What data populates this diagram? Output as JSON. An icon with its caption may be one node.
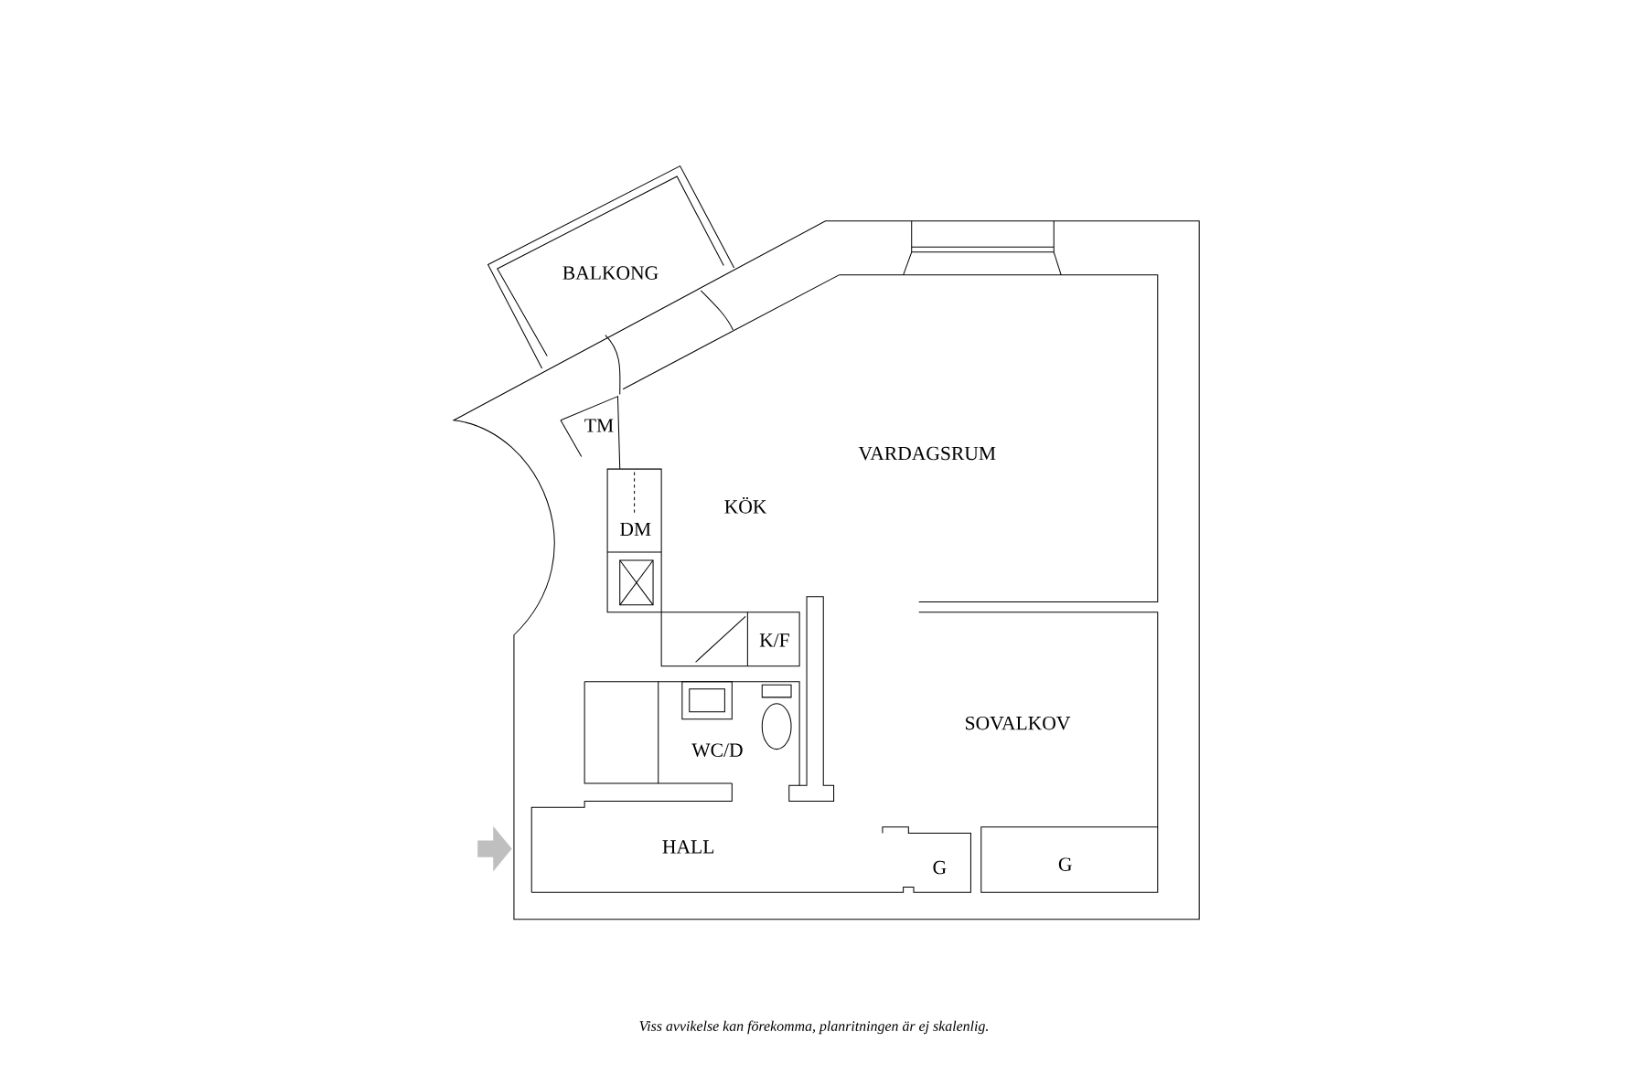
{
  "diagram": {
    "caption": "Viss avvikelse kan förekomma, planritningen är ej skalenlig.",
    "labels": [
      "BALKONG",
      "TM",
      "VARDAGSRUM",
      "KÖK",
      "DM",
      "K/F",
      "WC/D",
      "SOVALKOV",
      "HALL",
      "G",
      "G"
    ]
  }
}
